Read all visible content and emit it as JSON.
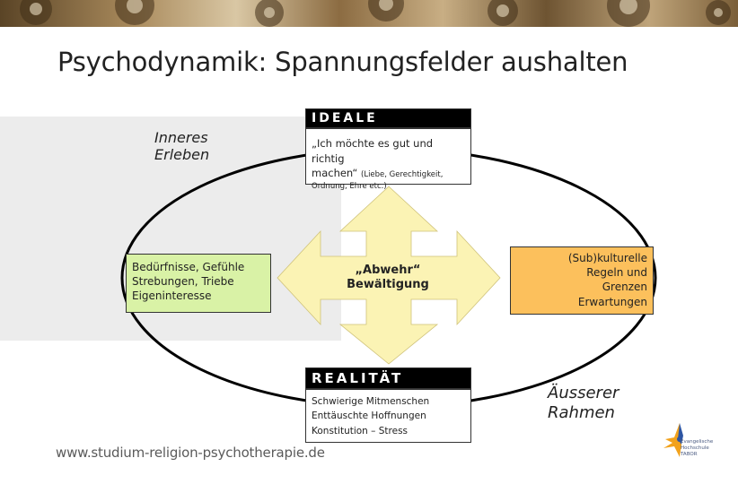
{
  "title": "Psychodynamik: Spannungsfelder aushalten",
  "labels": {
    "inner": "Inneres Erleben",
    "inner_line1": "Inneres",
    "inner_line2": "Erleben",
    "outer_line1": "Äusserer",
    "outer_line2": "Rahmen"
  },
  "ideale": {
    "header": "IDEALE",
    "line1": "„Ich möchte es gut und richtig",
    "line2_main": "machen“",
    "line2_small": "(Liebe, Gerechtigkeit,",
    "line3_small": "Ordnung, Ehre etc.)"
  },
  "realitaet": {
    "header": "REALITÄT",
    "lines": [
      "Schwierige Mitmenschen",
      "Enttäuschte Hoffnungen",
      "Konstitution – Stress"
    ]
  },
  "needs": {
    "lines": [
      "Bedürfnisse, Gefühle",
      "Strebungen, Triebe",
      "Eigeninteresse"
    ]
  },
  "culture": {
    "lines": [
      "(Sub)kulturelle",
      "Regeln und",
      "Grenzen",
      "Erwartungen"
    ]
  },
  "center": {
    "line1": "„Abwehr“",
    "line2": "Bewältigung"
  },
  "website": "www.studium-religion-psychotherapie.de",
  "logo": {
    "lines": [
      "Evangelische",
      "Hochschule",
      "TABOR"
    ]
  },
  "colors": {
    "green_box": "#d9f2a6",
    "orange_box": "#fcc05c",
    "arrow": "#fbf3b4",
    "panel": "#ececec",
    "header_bg": "#000000"
  }
}
